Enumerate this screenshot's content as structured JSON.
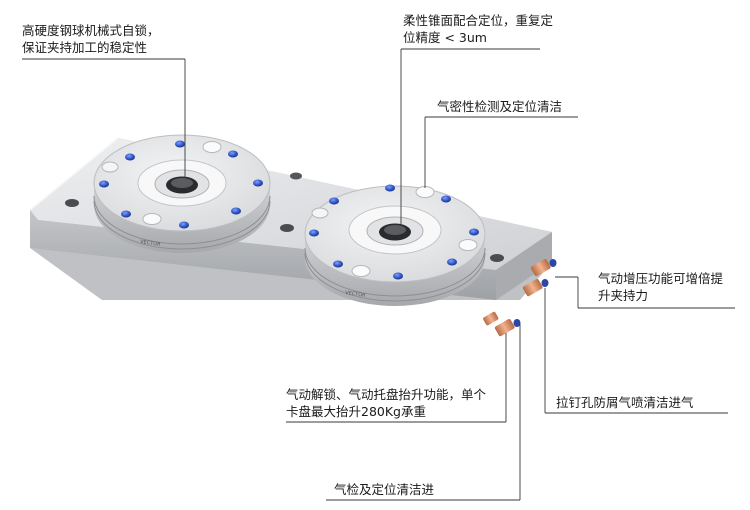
{
  "callouts": {
    "steel_ball_lock": [
      "高硬度钢球机械式自锁，",
      "保证夹持加工的稳定性"
    ],
    "taper_positioning": [
      "柔性锥面配合定位，重复定",
      "位精度 < 3um"
    ],
    "airtight_check": "气密性检测及定位清洁",
    "pressure_boost": [
      "气动增压功能可增倍提",
      "升夹持力"
    ],
    "pull_stud_clean": "拉钉孔防屑气喷清洁进气",
    "pneumatic_unlock": [
      "气动解锁、气动托盘抬升功能，单个",
      "卡盘最大抬升280Kg承重"
    ],
    "air_check_clean_in": "气检及定位清洁进"
  },
  "brand_mark": "VECTOR",
  "colors": {
    "line": "#3a3a3a",
    "base_plate": "#d9dadc",
    "chuck_top": "#e6e7e9",
    "ball_blue": "#2f55c8",
    "fitting_copper": "#d08a5e"
  }
}
